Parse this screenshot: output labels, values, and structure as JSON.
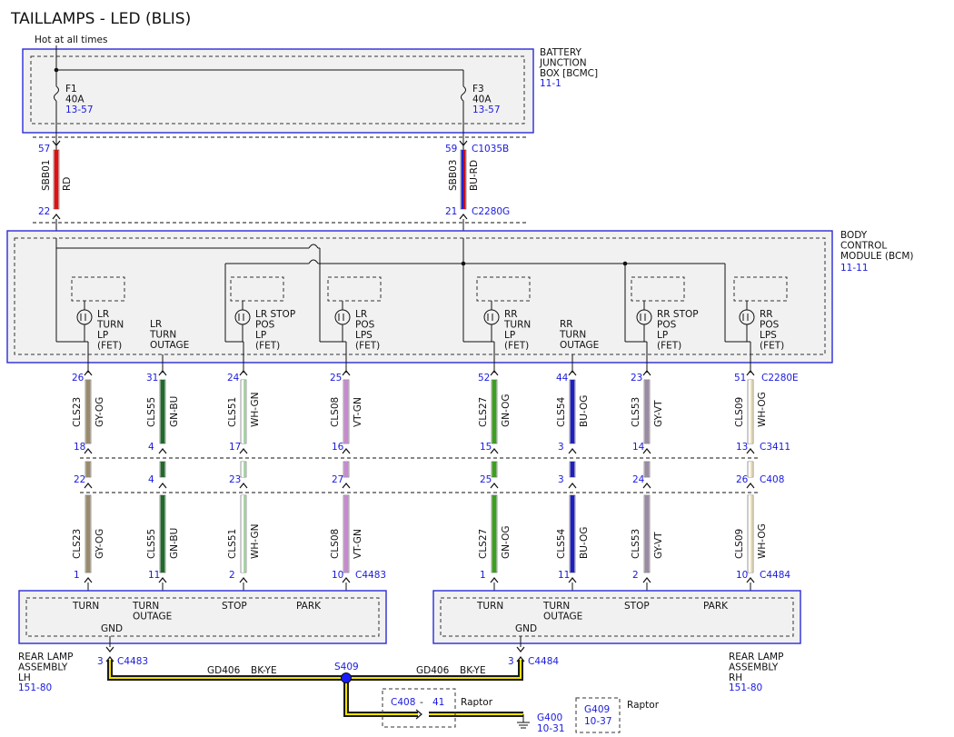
{
  "title": "TAILLAMPS - LED (BLIS)",
  "hot_label": "Hot at all times",
  "bjb": {
    "lines": [
      "BATTERY",
      "JUNCTION",
      "BOX [BCMC]"
    ],
    "ref": "11-1"
  },
  "bcm": {
    "lines": [
      "BODY",
      "CONTROL",
      "MODULE (BCM)"
    ],
    "ref": "11-11"
  },
  "fuses": [
    {
      "name": "F1",
      "rating": "40A",
      "ref": "13-57"
    },
    {
      "name": "F3",
      "rating": "40A",
      "ref": "13-57"
    }
  ],
  "feeds": [
    {
      "circuit": "SBB01",
      "color": "RD",
      "pin_top": "57",
      "pin_bottom": "22",
      "conn_top": "",
      "conn_bottom": "",
      "c1": "#e01010",
      "c2": "#e01010"
    },
    {
      "circuit": "SBB03",
      "color": "BU-RD",
      "pin_top": "59",
      "pin_bottom": "21",
      "conn_top": "C1035B",
      "conn_bottom": "C2280G",
      "c1": "#2222cc",
      "c2": "#cc1111"
    }
  ],
  "outputs": [
    {
      "lines": [
        "LR",
        "TURN",
        "LP",
        "(FET)"
      ],
      "fet": true
    },
    {
      "lines": [
        "LR",
        "TURN",
        "OUTAGE"
      ],
      "fet": false
    },
    {
      "lines": [
        "LR STOP",
        "POS",
        "LP",
        "(FET)"
      ],
      "fet": true
    },
    {
      "lines": [
        "LR",
        "POS",
        "LPS",
        "(FET)"
      ],
      "fet": true
    },
    {
      "lines": [
        "RR",
        "TURN",
        "LP",
        "(FET)"
      ],
      "fet": true
    },
    {
      "lines": [
        "RR",
        "TURN",
        "OUTAGE"
      ],
      "fet": false
    },
    {
      "lines": [
        "RR STOP",
        "POS",
        "LP",
        "(FET)"
      ],
      "fet": true
    },
    {
      "lines": [
        "RR",
        "POS",
        "LPS",
        "(FET)"
      ],
      "fet": true
    }
  ],
  "wires": [
    {
      "circuit": "CLS23",
      "color": "GY-OG",
      "c1": "#9a8a6a",
      "c2": "#9a8a6a",
      "pins": [
        "26",
        "18",
        "22",
        "1"
      ]
    },
    {
      "circuit": "CLS55",
      "color": "GN-BU",
      "c1": "#1f6b2a",
      "c2": "#1f6b2a",
      "pins": [
        "31",
        "4",
        "4",
        "11"
      ]
    },
    {
      "circuit": "CLS51",
      "color": "WH-GN",
      "c1": "#ffffff",
      "c2": "#9ccf9c",
      "pins": [
        "24",
        "17",
        "23",
        "2"
      ]
    },
    {
      "circuit": "CLS08",
      "color": "VT-GN",
      "c1": "#c78ad0",
      "c2": "#c78ad0",
      "pins": [
        "25",
        "16",
        "27",
        "10"
      ]
    },
    {
      "circuit": "CLS27",
      "color": "GN-OG",
      "c1": "#3aa01d",
      "c2": "#3aa01d",
      "pins": [
        "52",
        "15",
        "25",
        "1"
      ]
    },
    {
      "circuit": "CLS54",
      "color": "BU-OG",
      "c1": "#2020c0",
      "c2": "#2020c0",
      "pins": [
        "44",
        "3",
        "3",
        "11"
      ]
    },
    {
      "circuit": "CLS53",
      "color": "GY-VT",
      "c1": "#9a8aa2",
      "c2": "#9a8aa2",
      "pins": [
        "23",
        "14",
        "24",
        "2"
      ]
    },
    {
      "circuit": "CLS09",
      "color": "WH-OG",
      "c1": "#ffffff",
      "c2": "#f0d9a0",
      "pins": [
        "51",
        "13",
        "26",
        "10"
      ]
    }
  ],
  "connectors": {
    "bcm_out": "C2280E",
    "mid1": "C3411",
    "mid2": "C408",
    "lh": "C4483",
    "rh": "C4484"
  },
  "lamp_lh": {
    "labels": [
      "TURN",
      "TURN\nOUTAGE",
      "STOP",
      "PARK"
    ],
    "gnd": "GND",
    "name": [
      "REAR LAMP",
      "ASSEMBLY",
      "LH"
    ],
    "ref": "151-80",
    "gnd_pin": "3",
    "gnd_conn": "C4483"
  },
  "lamp_rh": {
    "labels": [
      "TURN",
      "TURN\nOUTAGE",
      "STOP",
      "PARK"
    ],
    "gnd": "GND",
    "name": [
      "REAR LAMP",
      "ASSEMBLY",
      "RH"
    ],
    "ref": "151-80",
    "gnd_pin": "3",
    "gnd_conn": "C4484"
  },
  "ground": {
    "circuit": "GD406",
    "color": "BK-YE",
    "splice": "S409",
    "inline": {
      "conn": "C408",
      "sep": "-",
      "pin": "41",
      "note": "Raptor"
    },
    "g400": {
      "name": "G400",
      "ref": "10-31"
    },
    "g409": {
      "name": "G409",
      "ref": "10-37",
      "note": "Raptor"
    }
  },
  "colors": {
    "accent": "#1a1adf",
    "box_border": "#2b2bd6",
    "ground_wire": "#1a1a1a",
    "ground_stripe": "#f2e200"
  }
}
